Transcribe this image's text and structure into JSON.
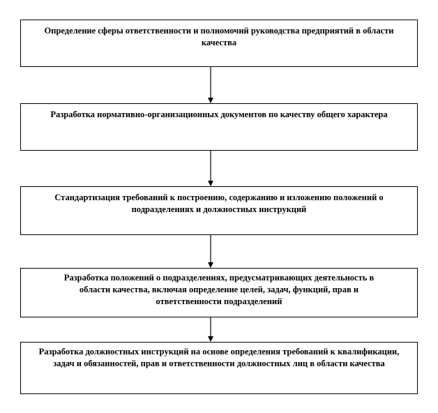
{
  "flowchart": {
    "steps": [
      {
        "text": "Определение сферы ответственности и полномочий руководства предприятий в области качества"
      },
      {
        "text": "Разработка нормативно-организационных документов по качеству общего характера"
      },
      {
        "text": "Стандартизация требований к построению, содержанию и изложению положений о подразделениях и должностных инструкций"
      },
      {
        "text": "Разработка положений о подразделениях, предусматривающих деятельность в области качества, включая определение целей, задач, функций, прав и ответственности подразделений"
      },
      {
        "text": "Разработка должностных инструкций на основе определения требований к квалификации, задач и обязанностей, прав и ответственности должностных лиц в области качества"
      }
    ],
    "colors": {
      "border": "#000000",
      "text": "#000000",
      "background": "#ffffff"
    }
  }
}
